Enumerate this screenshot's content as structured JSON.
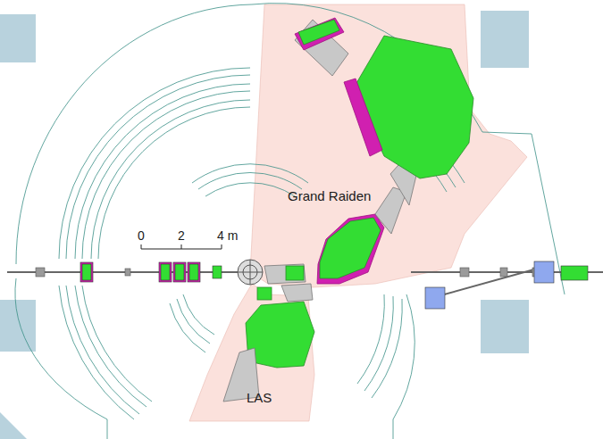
{
  "diagram": {
    "labels": [
      "Grand Raiden",
      "LAS",
      "0",
      "2",
      "4 m"
    ]
  }
}
